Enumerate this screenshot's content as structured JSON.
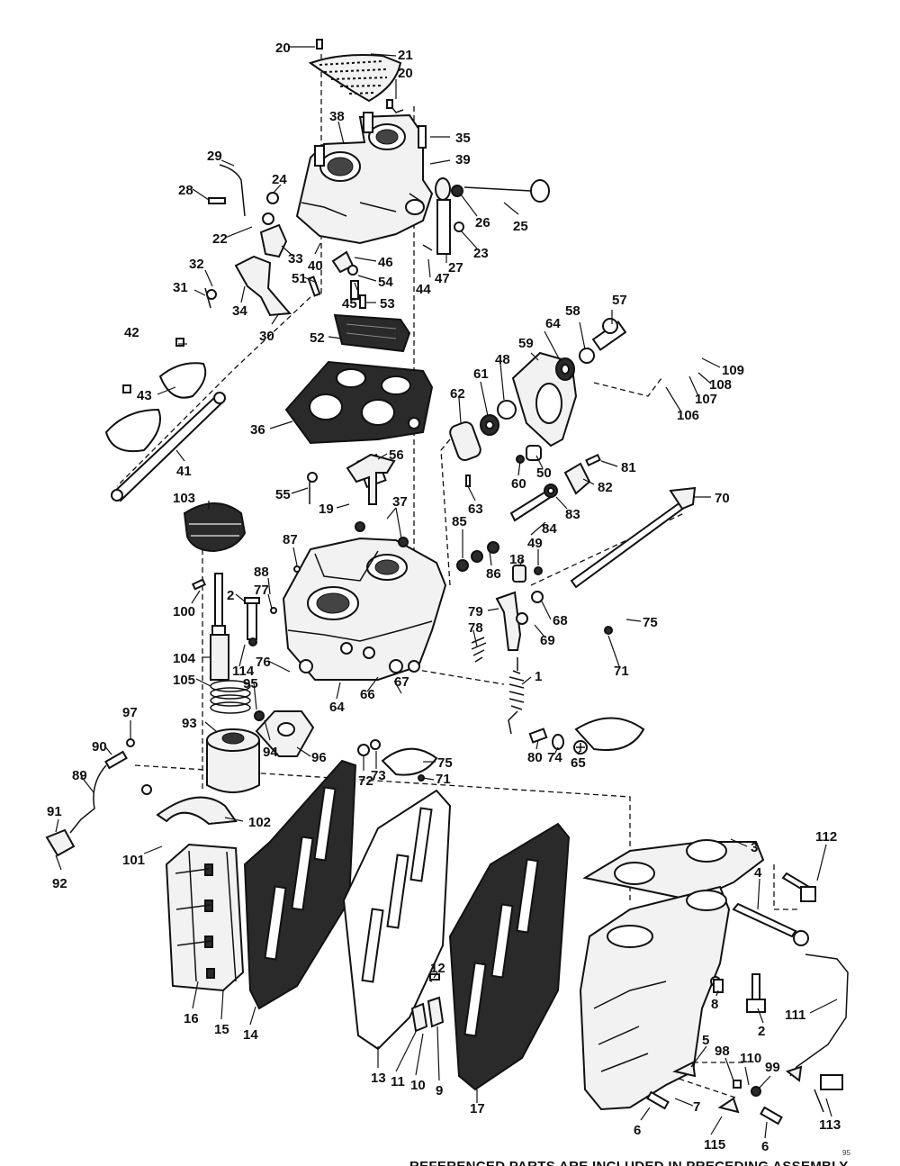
{
  "diagram": {
    "callouts": [
      {
        "id": "c20a",
        "label": "20"
      },
      {
        "id": "c21",
        "label": "21"
      },
      {
        "id": "c20b",
        "label": "20"
      },
      {
        "id": "c38",
        "label": "38"
      },
      {
        "id": "c35",
        "label": "35"
      },
      {
        "id": "c39",
        "label": "39"
      },
      {
        "id": "c29",
        "label": "29"
      },
      {
        "id": "c24",
        "label": "24"
      },
      {
        "id": "c28",
        "label": "28"
      },
      {
        "id": "c22",
        "label": "22"
      },
      {
        "id": "c33",
        "label": "33"
      },
      {
        "id": "c26",
        "label": "26"
      },
      {
        "id": "c25",
        "label": "25"
      },
      {
        "id": "c23",
        "label": "23"
      },
      {
        "id": "c27",
        "label": "27"
      },
      {
        "id": "c40",
        "label": "40"
      },
      {
        "id": "c46",
        "label": "46"
      },
      {
        "id": "c44",
        "label": "44"
      },
      {
        "id": "c47",
        "label": "47"
      },
      {
        "id": "c32",
        "label": "32"
      },
      {
        "id": "c51",
        "label": "51"
      },
      {
        "id": "c54",
        "label": "54"
      },
      {
        "id": "c31",
        "label": "31"
      },
      {
        "id": "c34",
        "label": "34"
      },
      {
        "id": "c45",
        "label": "45"
      },
      {
        "id": "c53",
        "label": "53"
      },
      {
        "id": "c30",
        "label": "30"
      },
      {
        "id": "c57",
        "label": "57"
      },
      {
        "id": "c58",
        "label": "58"
      },
      {
        "id": "c64a",
        "label": "64"
      },
      {
        "id": "c59",
        "label": "59"
      },
      {
        "id": "c42",
        "label": "42"
      },
      {
        "id": "c52",
        "label": "52"
      },
      {
        "id": "c109",
        "label": "109"
      },
      {
        "id": "c108",
        "label": "108"
      },
      {
        "id": "c107",
        "label": "107"
      },
      {
        "id": "c106",
        "label": "106"
      },
      {
        "id": "c43",
        "label": "43"
      },
      {
        "id": "c61",
        "label": "61"
      },
      {
        "id": "c48",
        "label": "48"
      },
      {
        "id": "c62",
        "label": "62"
      },
      {
        "id": "c36",
        "label": "36"
      },
      {
        "id": "c56",
        "label": "56"
      },
      {
        "id": "c50",
        "label": "50"
      },
      {
        "id": "c81",
        "label": "81"
      },
      {
        "id": "c60",
        "label": "60"
      },
      {
        "id": "c82",
        "label": "82"
      },
      {
        "id": "c41",
        "label": "41"
      },
      {
        "id": "c55",
        "label": "55"
      },
      {
        "id": "c63",
        "label": "63"
      },
      {
        "id": "c83",
        "label": "83"
      },
      {
        "id": "c70",
        "label": "70"
      },
      {
        "id": "c103",
        "label": "103"
      },
      {
        "id": "c19",
        "label": "19"
      },
      {
        "id": "c37",
        "label": "37"
      },
      {
        "id": "c84",
        "label": "84"
      },
      {
        "id": "c85",
        "label": "85"
      },
      {
        "id": "c87",
        "label": "87"
      },
      {
        "id": "c49",
        "label": "49"
      },
      {
        "id": "c86",
        "label": "86"
      },
      {
        "id": "c18",
        "label": "18"
      },
      {
        "id": "c88",
        "label": "88"
      },
      {
        "id": "c77",
        "label": "77"
      },
      {
        "id": "c2a",
        "label": "2"
      },
      {
        "id": "c100",
        "label": "100"
      },
      {
        "id": "c79",
        "label": "79"
      },
      {
        "id": "c68",
        "label": "68"
      },
      {
        "id": "c75a",
        "label": "75"
      },
      {
        "id": "c69",
        "label": "69"
      },
      {
        "id": "c78",
        "label": "78"
      },
      {
        "id": "c104",
        "label": "104"
      },
      {
        "id": "c114",
        "label": "114"
      },
      {
        "id": "c76",
        "label": "76"
      },
      {
        "id": "c71a",
        "label": "71"
      },
      {
        "id": "c105",
        "label": "105"
      },
      {
        "id": "c95",
        "label": "95"
      },
      {
        "id": "c1",
        "label": "1"
      },
      {
        "id": "c66",
        "label": "66"
      },
      {
        "id": "c67",
        "label": "67"
      },
      {
        "id": "c64b",
        "label": "64"
      },
      {
        "id": "c97",
        "label": "97"
      },
      {
        "id": "c93",
        "label": "93"
      },
      {
        "id": "c90",
        "label": "90"
      },
      {
        "id": "c94",
        "label": "94"
      },
      {
        "id": "c96",
        "label": "96"
      },
      {
        "id": "c80",
        "label": "80"
      },
      {
        "id": "c74",
        "label": "74"
      },
      {
        "id": "c65",
        "label": "65"
      },
      {
        "id": "c75b",
        "label": "75"
      },
      {
        "id": "c72",
        "label": "72"
      },
      {
        "id": "c73",
        "label": "73"
      },
      {
        "id": "c71b",
        "label": "71"
      },
      {
        "id": "c89",
        "label": "89"
      },
      {
        "id": "c91",
        "label": "91"
      },
      {
        "id": "c102",
        "label": "102"
      },
      {
        "id": "c92",
        "label": "92"
      },
      {
        "id": "c101",
        "label": "101"
      },
      {
        "id": "c3",
        "label": "3"
      },
      {
        "id": "c112",
        "label": "112"
      },
      {
        "id": "c4",
        "label": "4"
      },
      {
        "id": "c12",
        "label": "12"
      },
      {
        "id": "c8",
        "label": "8"
      },
      {
        "id": "c2b",
        "label": "2"
      },
      {
        "id": "c111",
        "label": "111"
      },
      {
        "id": "c16",
        "label": "16"
      },
      {
        "id": "c15",
        "label": "15"
      },
      {
        "id": "c14",
        "label": "14"
      },
      {
        "id": "c5",
        "label": "5"
      },
      {
        "id": "c98",
        "label": "98"
      },
      {
        "id": "c110",
        "label": "110"
      },
      {
        "id": "c99",
        "label": "99"
      },
      {
        "id": "c13",
        "label": "13"
      },
      {
        "id": "c11",
        "label": "11"
      },
      {
        "id": "c10",
        "label": "10"
      },
      {
        "id": "c9",
        "label": "9"
      },
      {
        "id": "c17",
        "label": "17"
      },
      {
        "id": "c7",
        "label": "7"
      },
      {
        "id": "c113",
        "label": "113"
      },
      {
        "id": "c6a",
        "label": "6"
      },
      {
        "id": "c115",
        "label": "115"
      },
      {
        "id": "c6b",
        "label": "6"
      }
    ],
    "footnote": "REFERENCED PARTS ARE INCLUDED IN PRECEDING ASSEMBLY",
    "page_number": "95"
  }
}
